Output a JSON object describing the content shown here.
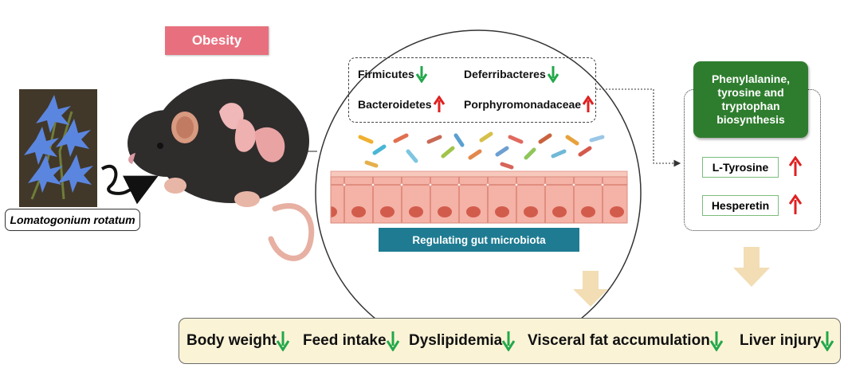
{
  "header": {
    "obesity_label": "Obesity"
  },
  "plant": {
    "name": "Lomatogonium rotatum"
  },
  "gut": {
    "taxa": [
      {
        "name": "Firmicutes",
        "trend": "down"
      },
      {
        "name": "Deferribacteres",
        "trend": "down"
      },
      {
        "name": "Bacteroidetes",
        "trend": "up"
      },
      {
        "name": "Porphyromonadaceae",
        "trend": "up"
      }
    ],
    "label": "Regulating gut microbiota"
  },
  "metabolism": {
    "pathway": "Phenylalanine, tyrosine and tryptophan biosynthesis",
    "metabolites": [
      {
        "name": "L-Tyrosine",
        "trend": "up"
      },
      {
        "name": "Hesperetin",
        "trend": "up"
      }
    ]
  },
  "outcomes": [
    {
      "name": "Body weight",
      "trend": "down"
    },
    {
      "name": "Feed intake",
      "trend": "down"
    },
    {
      "name": "Dyslipidemia",
      "trend": "down"
    },
    {
      "name": "Visceral fat accumulation",
      "trend": "down"
    },
    {
      "name": "Liver injury",
      "trend": "down"
    }
  ],
  "colors": {
    "up_arrow": "#e02020",
    "down_arrow": "#22a84a",
    "pathway_fill": "#2e7d2e",
    "gut_label_fill": "#1e7b92",
    "obesity_fill": "#e8707e",
    "outcome_fill": "#fbf3d6",
    "flow_arrow": "#f2ddb4"
  }
}
